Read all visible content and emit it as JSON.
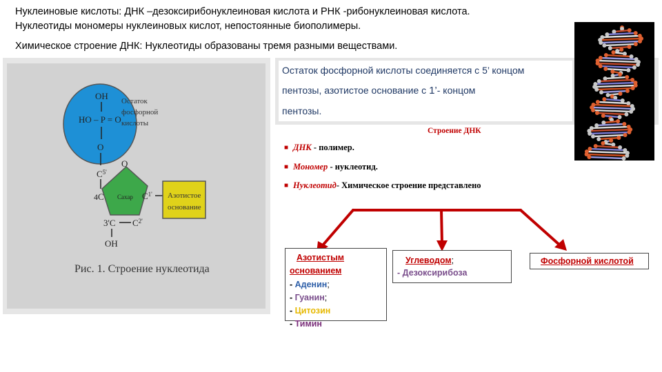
{
  "header": {
    "line1": "Нуклеиновые кислоты: ДНК –дезоксирибонуклеиновая кислота и РНК -рибонуклеиновая кислота.",
    "line2": "Нуклеотиды мономеры нуклеиновых кислот, непостоянные биополимеры.",
    "line3": "Химическое строение ДНК: Нуклеотиды образованы тремя разными веществами."
  },
  "figure": {
    "phosphate_top": "OH",
    "phosphate_mid": "HO – P = O",
    "phosphate_o": "O",
    "phosphate_label_1": "Остаток",
    "phosphate_label_2": "фосфорной",
    "phosphate_label_3": "кислоты",
    "c5": "C",
    "c5_sup": "5'",
    "num4": "4",
    "ring_o": "O",
    "sugar": "Сахар",
    "c1": "C",
    "c1_sup": "1'",
    "c3": "3'C",
    "c2": "C",
    "c2_sup": "2'",
    "oh": "OH",
    "base_label_1": "Азотистое",
    "base_label_2": "основание",
    "caption": "Рис. 1. Строение нуклеотида"
  },
  "info": {
    "line1": "Остаток фосфорной кислоты соединяется с 5’ концом",
    "line2a": "пентозы, азотистое основание с ",
    "line2b": "1’",
    "line2c": "- концом",
    "line3": "пентозы."
  },
  "structure": {
    "heading": "Строение ДНК",
    "bullets": [
      {
        "term": "ДНК",
        "text": " - полимер."
      },
      {
        "term": "Мономер",
        "text": " - нуклеотид."
      },
      {
        "term": "Нуклеотид",
        "text": "- Химическое строение представлено"
      }
    ]
  },
  "boxes": {
    "bases": {
      "title1": "Азотистым",
      "title2": "основанием",
      "items": [
        {
          "prefix": "- ",
          "name": "Аденин",
          "suffix": ";",
          "color": "#2e5fa8"
        },
        {
          "prefix": "- ",
          "name": "Гуанин",
          "suffix": ";",
          "color": "#7a4e8c"
        },
        {
          "prefix": "- ",
          "name": "Цитозин",
          "suffix": "",
          "color": "#e6b800"
        },
        {
          "prefix": "- ",
          "name": "Тимин",
          "suffix": "",
          "color": "#7a2e7a"
        }
      ]
    },
    "carbs": {
      "title": "Углеводом",
      "title_suffix": ";",
      "item": "- Дезоксирибоза",
      "item_color": "#7a4e8c"
    },
    "phosphate": {
      "title": "Фосфорной кислотой"
    }
  },
  "colors": {
    "accent_red": "#c00000",
    "info_text": "#1f3864",
    "phosphate_circle": "#1e90d6",
    "sugar_pentagon": "#3da84a",
    "base_box": "#e0d21a"
  }
}
